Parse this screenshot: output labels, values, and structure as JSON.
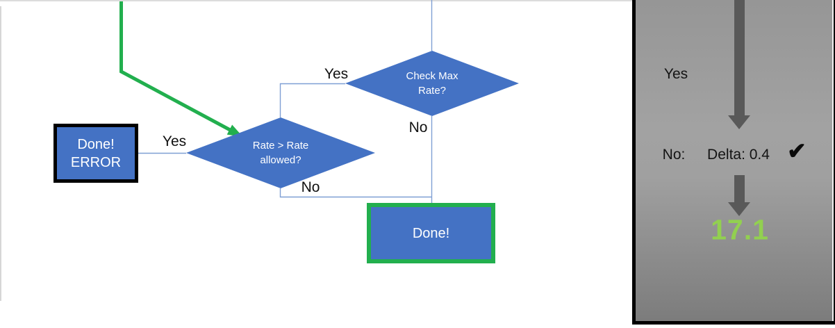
{
  "flow": {
    "diamond_check_max": {
      "line1": "Check Max",
      "line2": "Rate?"
    },
    "diamond_rate_allowed": {
      "line1": "Rate > Rate",
      "line2": "allowed?"
    },
    "box_error": {
      "line1": "Done!",
      "line2": "ERROR"
    },
    "box_done": {
      "label": "Done!"
    },
    "label_check_yes": "Yes",
    "label_check_no": "No",
    "label_rate_yes": "Yes",
    "label_rate_no": "No"
  },
  "panel": {
    "label_yes": "Yes",
    "label_no": "No:",
    "label_delta": "Delta: 0.4",
    "check_icon": "✔",
    "result": "17.1"
  },
  "colors": {
    "shape_blue": "#4472C4",
    "flow_green": "#22AF4E",
    "result_green": "#92D050",
    "arrow_gray": "#595959",
    "connector_blue": "#7F9FD4"
  }
}
